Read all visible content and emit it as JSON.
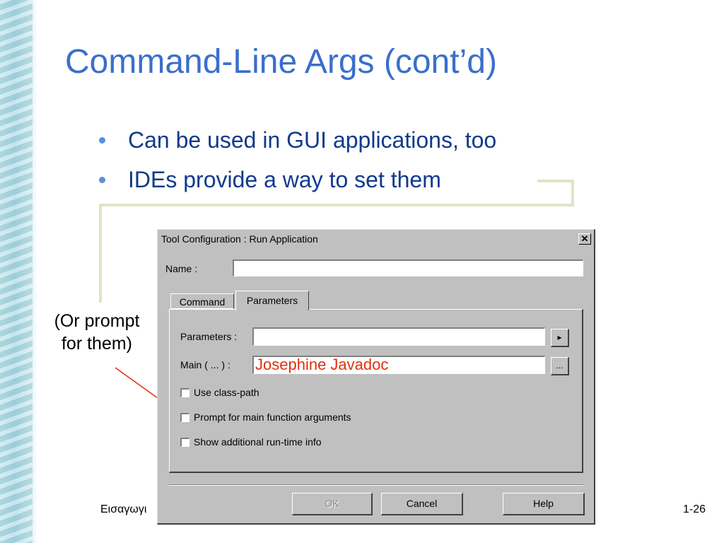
{
  "slide": {
    "title": "Command-Line Args (cont’d)",
    "bullets": [
      "Can be used in GUI applications, too",
      "IDEs provide a way to set them"
    ],
    "callout": "(Or prompt for them)",
    "footer_left": "Εισαγωγι",
    "footer_right": "1-26",
    "colors": {
      "title": "#3a6fcc",
      "bullet_text": "#103a8c",
      "bullet_dot": "#5b8fd8",
      "callout_arrow": "#e03010",
      "connector": "#e3e2c6"
    }
  },
  "dialog": {
    "title": "Tool Configuration : Run Application",
    "close_glyph": "✕",
    "name_label": "Name :",
    "name_value": "",
    "tabs": [
      {
        "label": "Command",
        "active": false
      },
      {
        "label": "Parameters",
        "active": true
      }
    ],
    "parameters_label": "Parameters :",
    "parameters_value": "",
    "parameters_button": "▸",
    "main_label": "Main ( ... ) :",
    "main_value": "",
    "main_button": "...",
    "overlay_text": "Josephine Javadoc",
    "checkboxes": [
      {
        "label": "Use class-path",
        "checked": false
      },
      {
        "label": "Prompt for main function arguments",
        "checked": false
      },
      {
        "label": "Show additional run-time info",
        "checked": false
      }
    ],
    "buttons": {
      "ok": "OK",
      "cancel": "Cancel",
      "help": "Help"
    }
  }
}
